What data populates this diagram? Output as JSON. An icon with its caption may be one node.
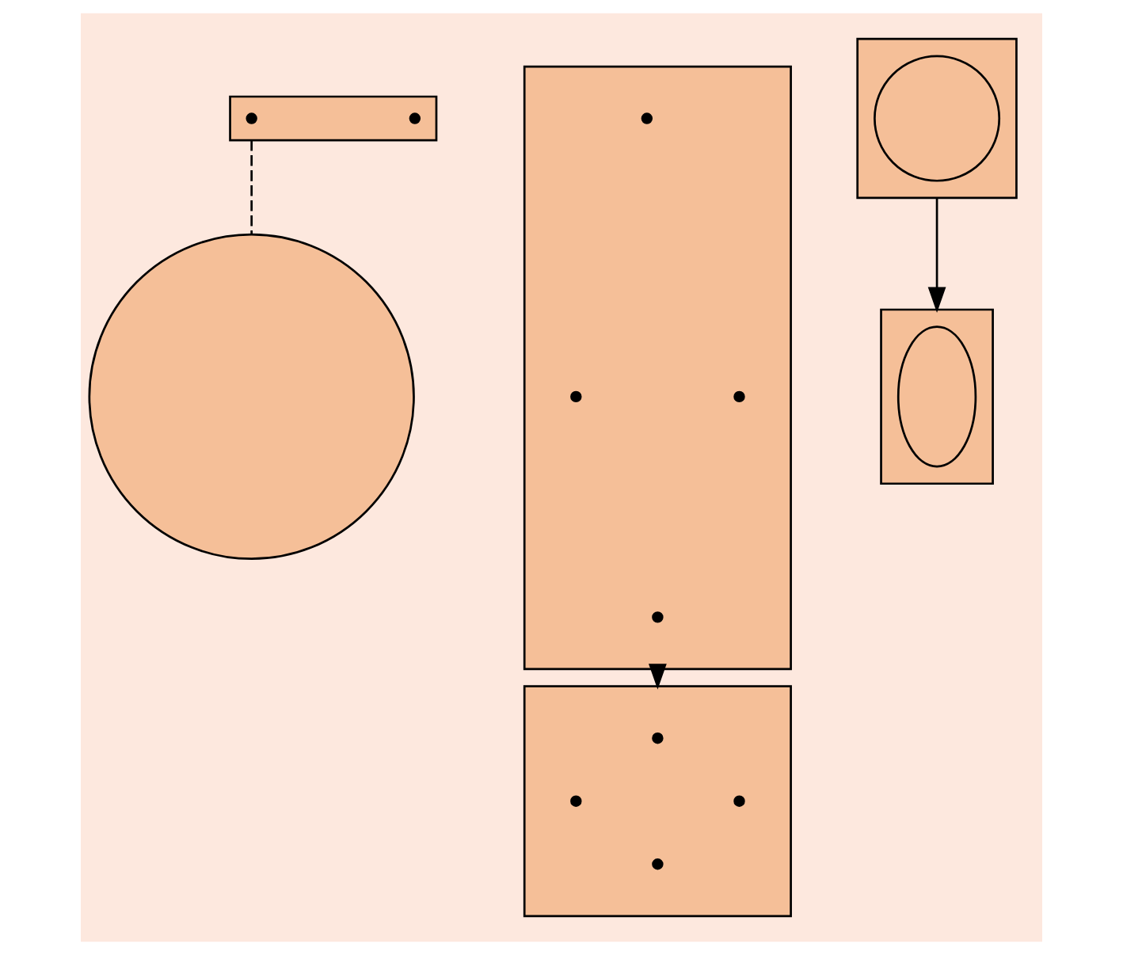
{
  "diagram": {
    "nodes": [
      {
        "text": [],
        "shape": "box"
      },
      {
        "text": [],
        "shape": "dot",
        "in": 0
      },
      {
        "text": [],
        "shape": "dot",
        "in": 0
      },
      {
        "text": [],
        "shape": "circle"
      },
      {
        "text": [],
        "shape": "box"
      },
      {
        "text": [],
        "shape": "dot",
        "in": 4
      },
      {
        "text": [],
        "shape": "dot",
        "in": 4
      },
      {
        "text": [],
        "shape": "dot",
        "in": 4
      },
      {
        "text": [],
        "shape": "dot",
        "in": 4
      },
      {
        "text": [],
        "shape": "box"
      },
      {
        "text": [],
        "shape": "circle",
        "in": 9
      },
      {
        "text": [],
        "shape": "box"
      },
      {
        "text": [],
        "shape": "dot",
        "in": 11
      },
      {
        "text": [],
        "shape": "dot",
        "in": 11
      },
      {
        "text": [],
        "shape": "dot",
        "in": 11
      },
      {
        "text": [],
        "shape": "dot",
        "in": 11
      },
      {
        "text": [],
        "shape": "box"
      },
      {
        "text": [],
        "shape": "ellipse",
        "in": 16
      }
    ],
    "edges": [
      {
        "from": 0,
        "to": 3,
        "arrow": "none",
        "style": "dashed"
      },
      {
        "from": 4,
        "to": 11,
        "arrow": "to"
      },
      {
        "from": 9,
        "to": 16,
        "arrow": "to"
      }
    ]
  }
}
